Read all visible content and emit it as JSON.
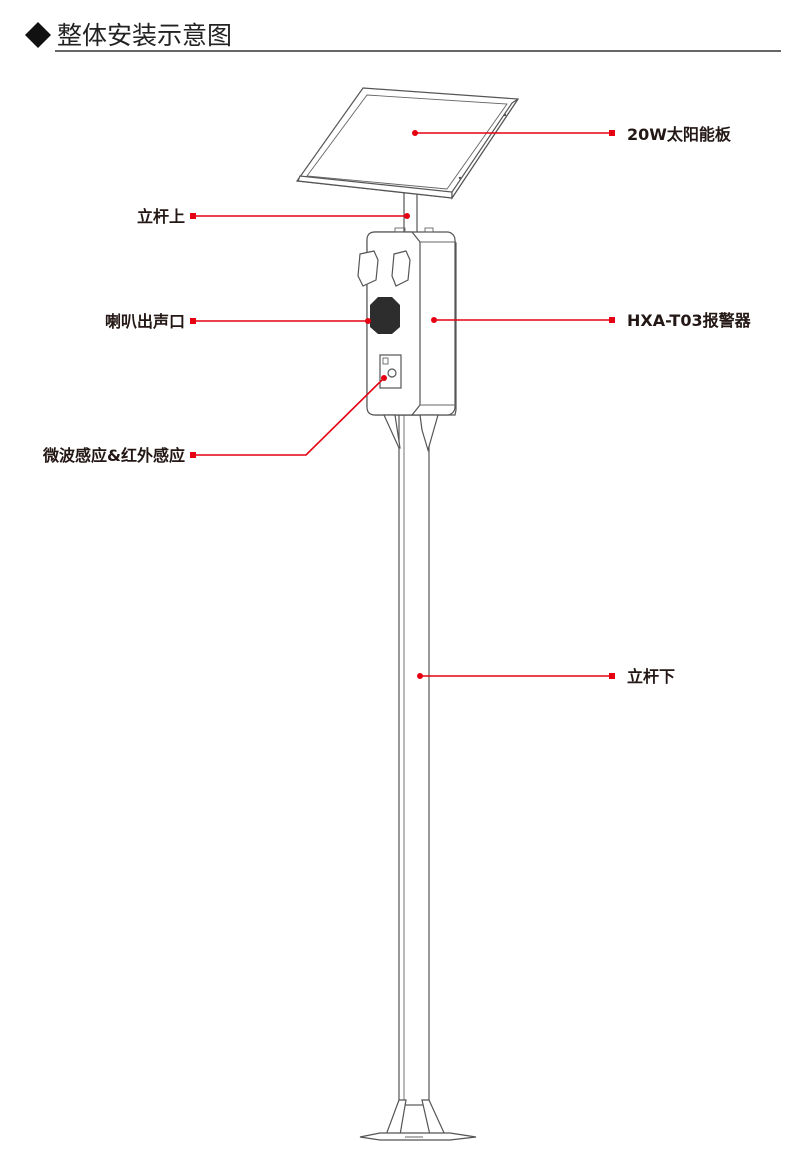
{
  "title": "整体安装示意图",
  "colors": {
    "leader": "#e50012",
    "text": "#231815"
  },
  "labels": {
    "solar_panel": "20W太阳能板",
    "pole_upper": "立杆上",
    "speaker_outlet": "喇叭出声口",
    "alarm": "HXA-T03报警器",
    "sensor": "微波感应&红外感应",
    "pole_lower": "立杆下"
  }
}
